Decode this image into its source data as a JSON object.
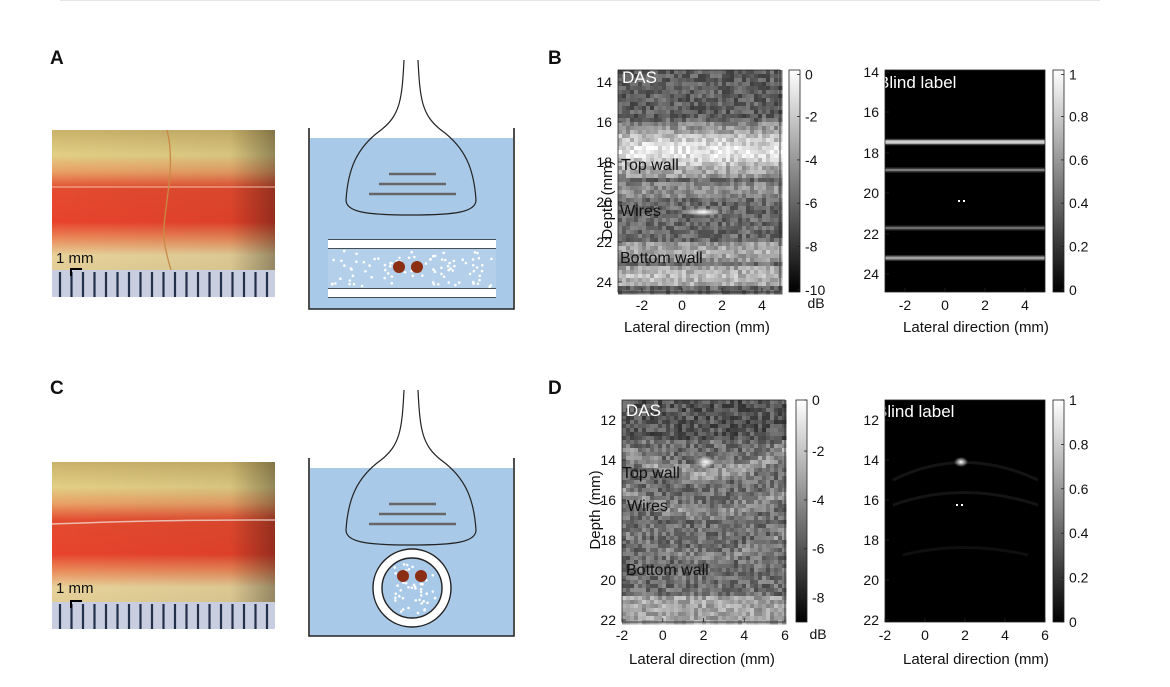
{
  "panels": {
    "A": "A",
    "B": "B",
    "C": "C",
    "D": "D"
  },
  "photo_scale": "1 mm",
  "rows": [
    {
      "das": {
        "title": "DAS",
        "labels": [
          "Top wall",
          "Wires",
          "Bottom wall"
        ],
        "y_ticks": [
          "14",
          "16",
          "18",
          "20",
          "22",
          "24"
        ],
        "x_ticks": [
          "-2",
          "0",
          "2",
          "4"
        ],
        "colorbar_ticks": [
          "0",
          "-2",
          "-4",
          "-6",
          "-8",
          "-10"
        ],
        "colorbar_unit": "dB",
        "ylabel": "Depth (mm)",
        "xlabel": "Lateral direction (mm)"
      },
      "blind": {
        "title": "Blind label",
        "y_ticks": [
          "14",
          "16",
          "18",
          "20",
          "22",
          "24"
        ],
        "x_ticks": [
          "-2",
          "0",
          "2",
          "4"
        ],
        "colorbar_ticks": [
          "1",
          "0.8",
          "0.6",
          "0.4",
          "0.2",
          "0"
        ],
        "xlabel": "Lateral direction (mm)"
      }
    },
    {
      "das": {
        "title": "DAS",
        "labels": [
          "Top wall",
          "Wires",
          "Bottom wall"
        ],
        "y_ticks": [
          "12",
          "14",
          "16",
          "18",
          "20",
          "22"
        ],
        "x_ticks": [
          "-2",
          "0",
          "2",
          "4",
          "6"
        ],
        "colorbar_ticks": [
          "0",
          "-2",
          "-4",
          "-6",
          "-8"
        ],
        "colorbar_unit": "dB",
        "ylabel": "Depth (mm)",
        "xlabel": "Lateral direction (mm)"
      },
      "blind": {
        "title": "Blind label",
        "y_ticks": [
          "12",
          "14",
          "16",
          "18",
          "20",
          "22"
        ],
        "x_ticks": [
          "-2",
          "0",
          "2",
          "4",
          "6"
        ],
        "colorbar_ticks": [
          "1",
          "0.8",
          "0.6",
          "0.4",
          "0.2",
          "0"
        ],
        "xlabel": "Lateral direction (mm)"
      }
    }
  ],
  "colors": {
    "water": "#a9c9e8",
    "vessel_red": "#e8432c",
    "wire": "#8b2e14"
  }
}
